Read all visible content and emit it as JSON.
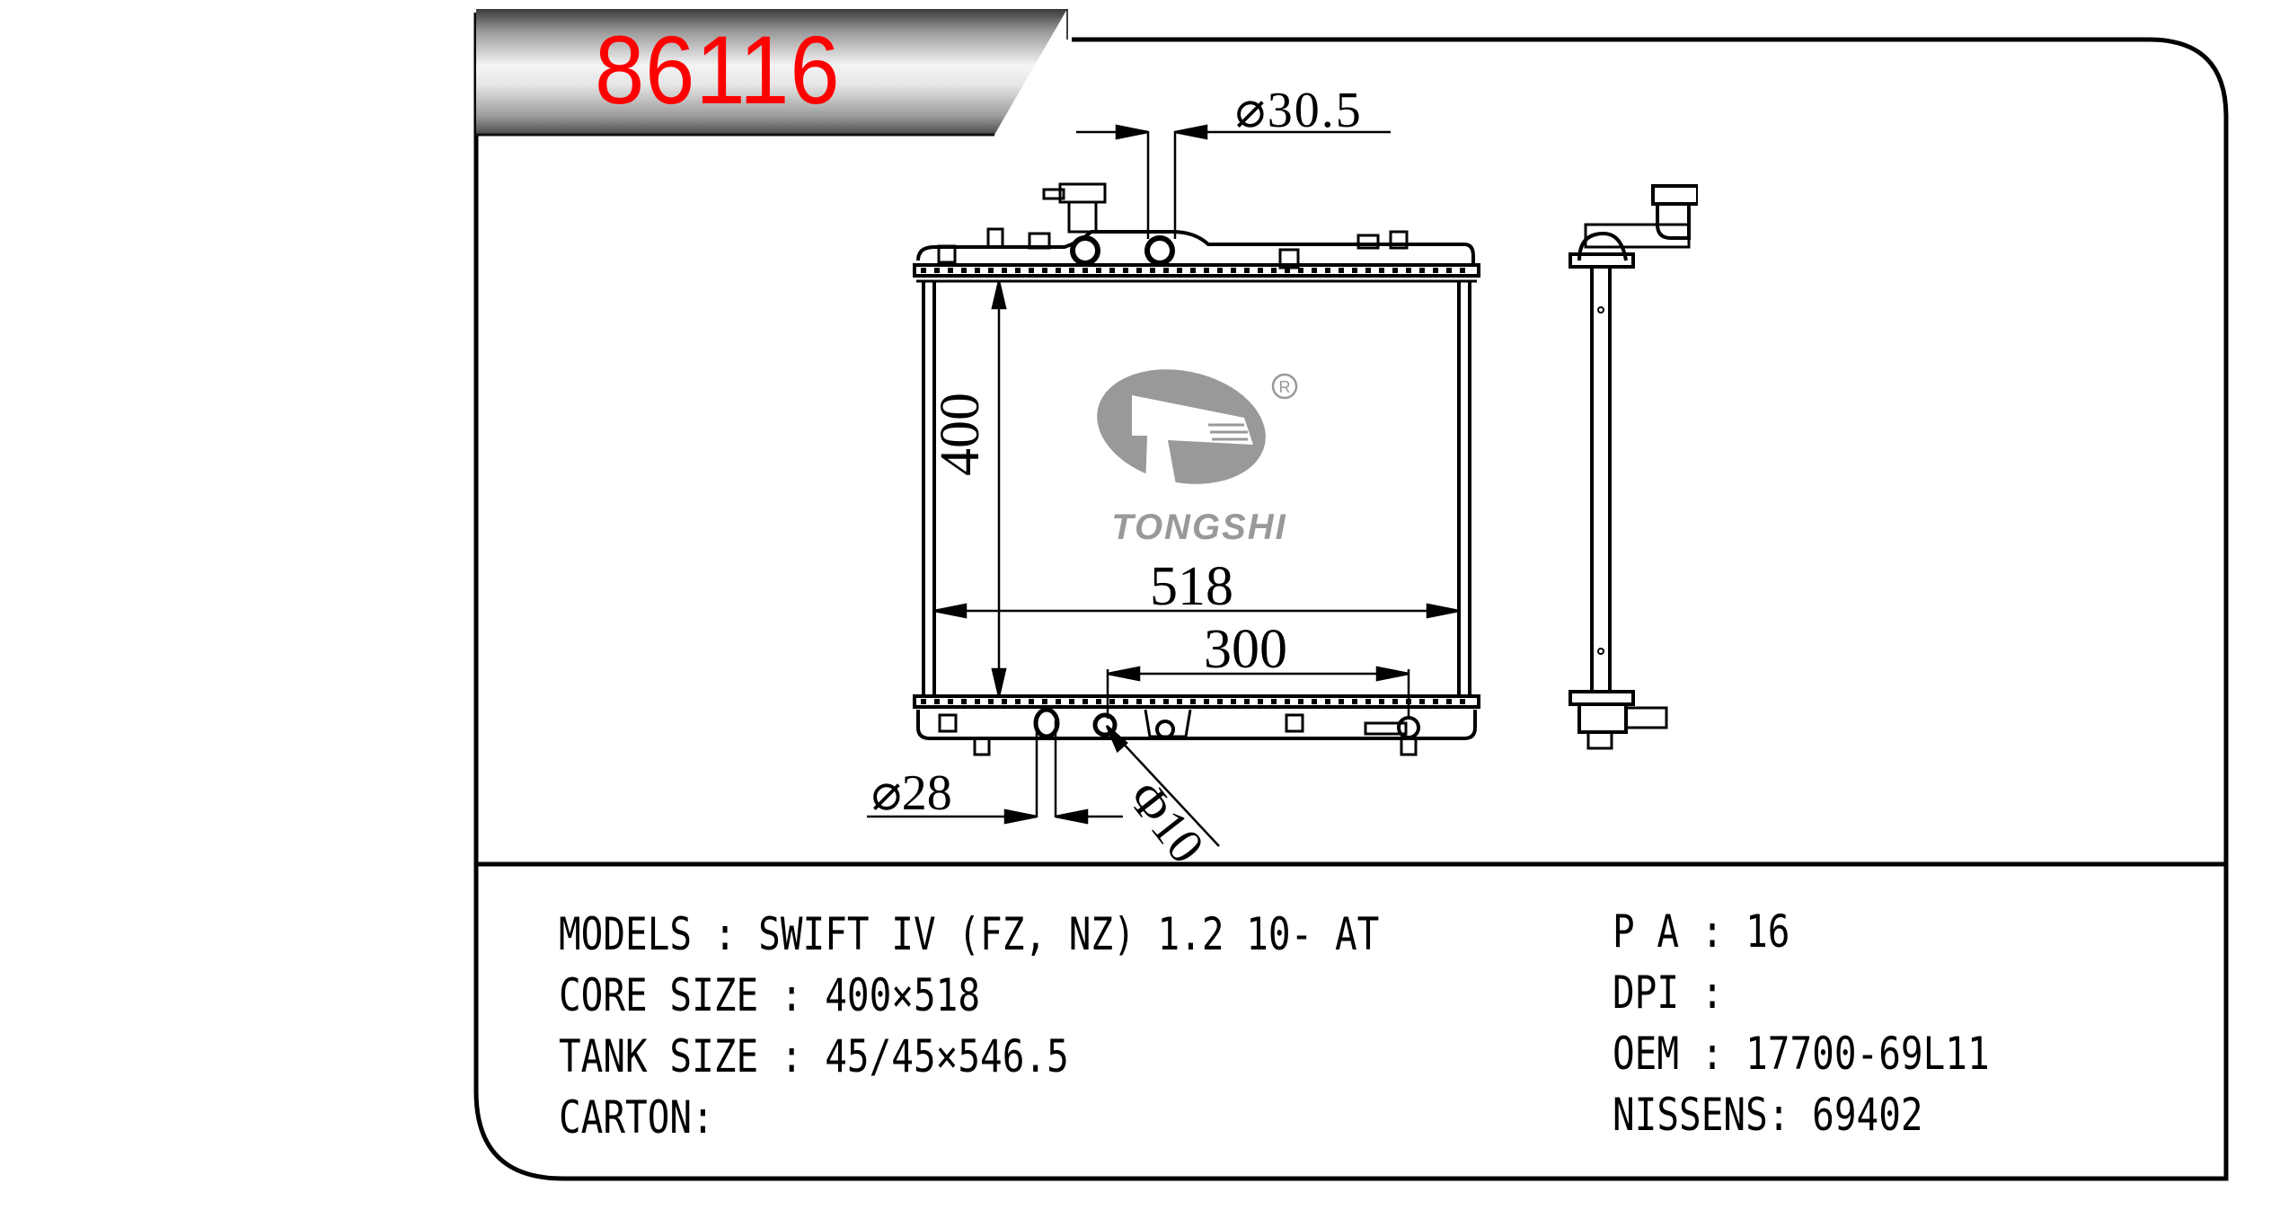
{
  "header": {
    "part_number": "86116",
    "part_number_color": "#ff0000"
  },
  "drawing": {
    "dimensions": {
      "inlet_diameter": "⌀30.5",
      "outlet_diameter": "⌀28",
      "drain_diameter": "Φ10",
      "core_height": "400",
      "core_width": "518",
      "outlet_spacing": "300"
    },
    "logo": {
      "brand": "TONGSHI",
      "registered_mark": "R",
      "color": "#999999"
    }
  },
  "specs": {
    "left": [
      {
        "label": "MODELS",
        "separator": " : ",
        "value": "SWIFT IV (FZ, NZ) 1.2 10- AT"
      },
      {
        "label": "CORE SIZE",
        "separator": " : ",
        "value": "400×518"
      },
      {
        "label": "TANK SIZE",
        "separator": " : ",
        "value": "45/45×546.5"
      },
      {
        "label": "CARTON",
        "separator": ":",
        "value": ""
      }
    ],
    "right": [
      {
        "label": "P A",
        "separator": " : ",
        "value": "16"
      },
      {
        "label": "DPI",
        "separator": " : ",
        "value": ""
      },
      {
        "label": "OEM",
        "separator": " : ",
        "value": "17700-69L11"
      },
      {
        "label": "NISSENS",
        "separator": ": ",
        "value": "69402"
      }
    ]
  }
}
